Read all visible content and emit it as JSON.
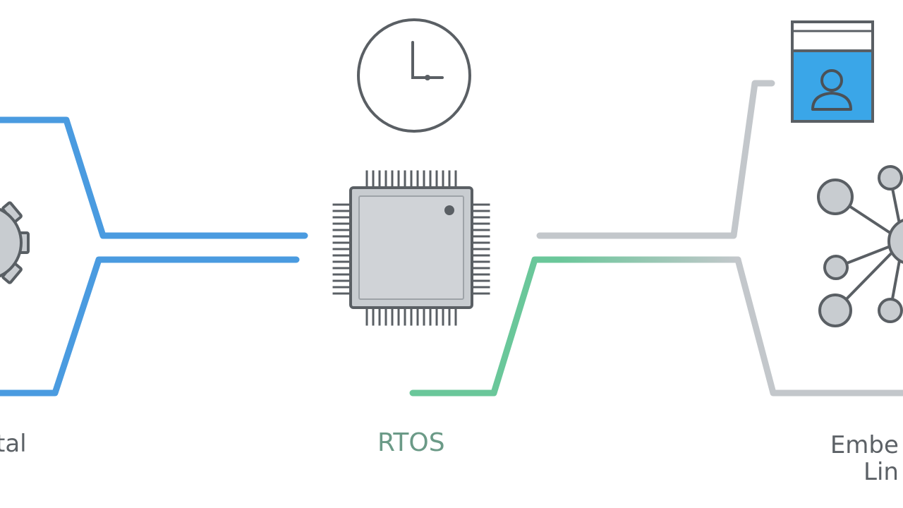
{
  "labels": {
    "left": "tal",
    "center": "RTOS",
    "right_line1": "Embe",
    "right_line2": "Lin"
  },
  "colors": {
    "blue": "#4a9be0",
    "green": "#6ac79a",
    "gray_line": "#c3c7cb",
    "icon_stroke": "#595f64",
    "icon_fill": "#c8ccd0",
    "window_blue": "#3aa6e8",
    "label_gray": "#5c6166",
    "label_green": "#6b9a87"
  },
  "icons": {
    "gear": "gear-icon",
    "clock": "clock-icon",
    "chip": "microchip-icon",
    "window": "user-window-icon",
    "network": "network-hub-icon"
  }
}
